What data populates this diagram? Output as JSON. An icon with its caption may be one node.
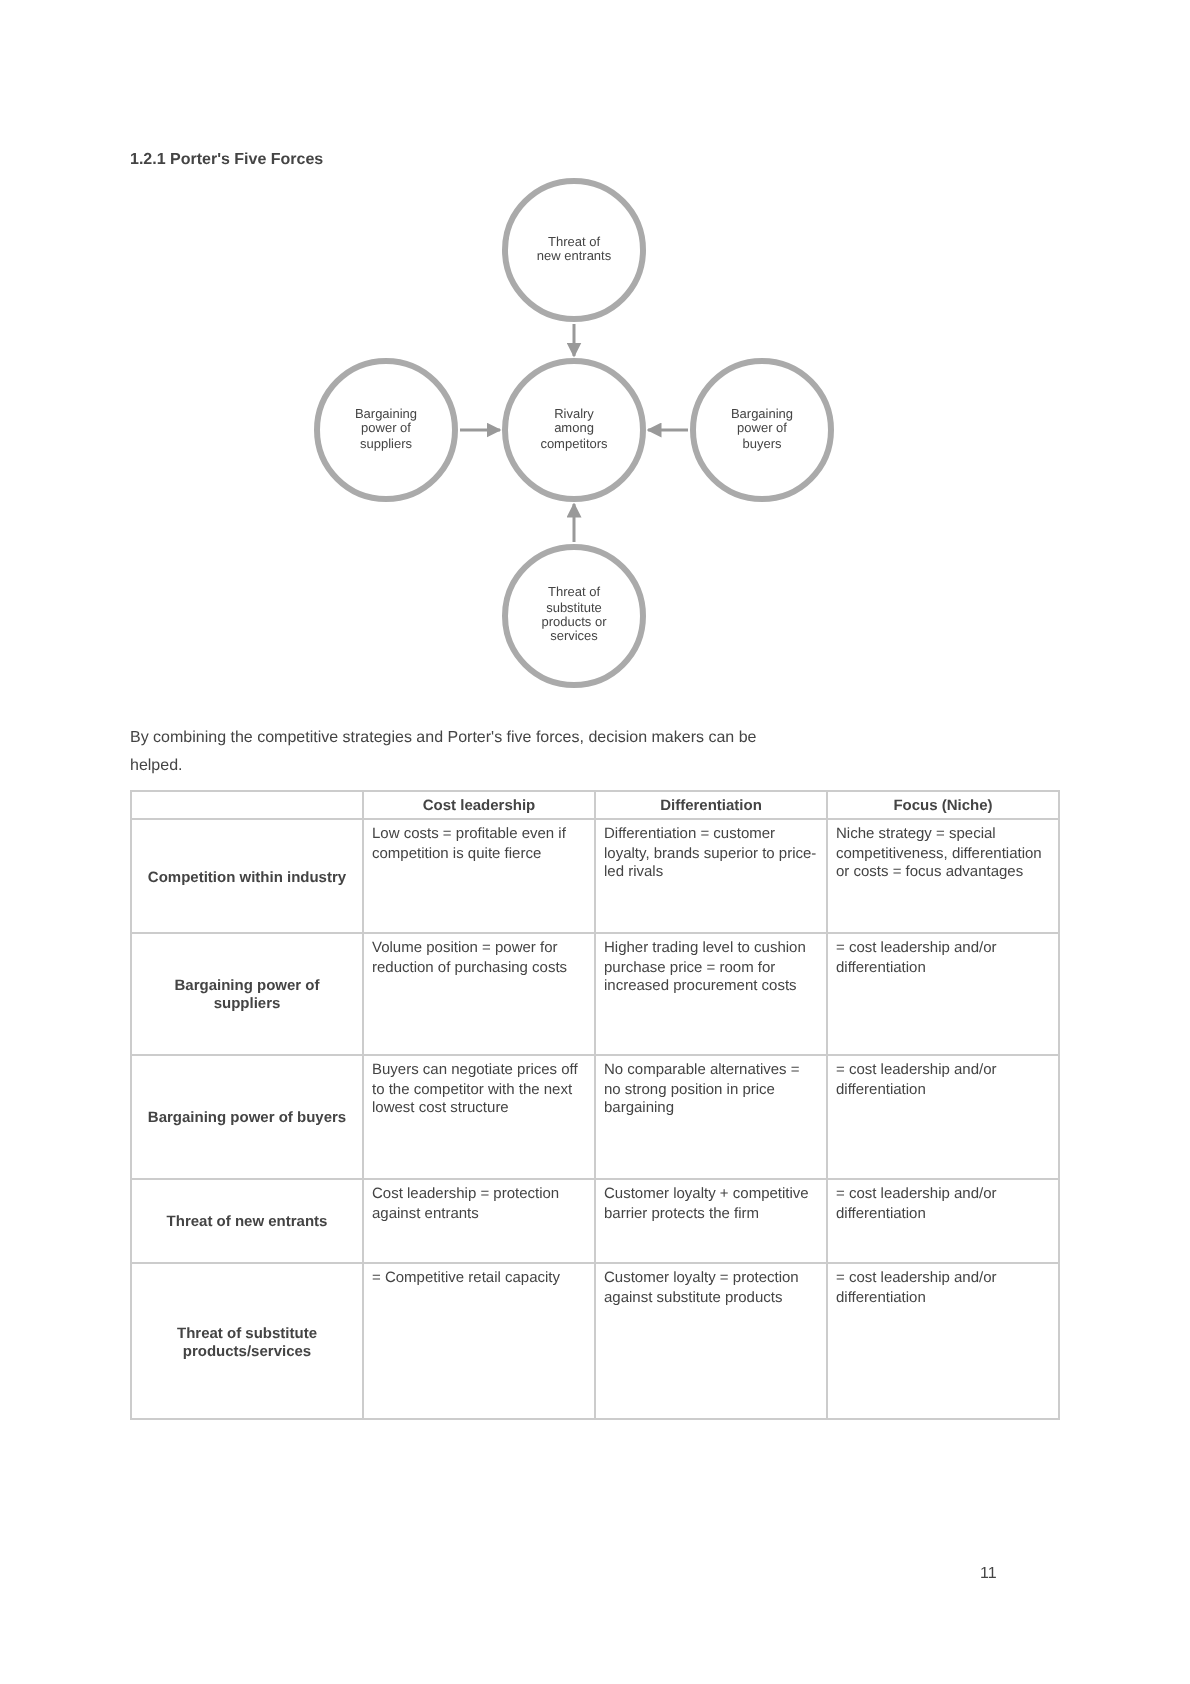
{
  "diagram": {
    "title": "1.2.1 Porter's Five Forces",
    "nodes": [
      {
        "text": [
          "Threat of new entrants"
        ]
      },
      {
        "text": [
          "Bargaining power of suppliers"
        ]
      },
      {
        "text": [
          "Rivalry among competitors"
        ]
      },
      {
        "text": [
          "Bargaining power of buyers"
        ]
      },
      {
        "text": [
          "Threat of substitute products or services"
        ]
      }
    ],
    "edges": [
      {
        "from": 0,
        "to": 2,
        "arrow": "to"
      },
      {
        "from": 1,
        "to": 2,
        "arrow": "to"
      },
      {
        "from": 3,
        "to": 2,
        "arrow": "to"
      },
      {
        "from": 4,
        "to": 2,
        "arrow": "to"
      }
    ],
    "labels": [
      "By combining the competitive strategies and Porter's five forces, decision makers can be",
      "helped.",
      "Cost leadership",
      "Differentiation",
      "Focus (Niche)",
      "Competition within industry",
      "Low costs = profitable even if competition is quite fierce",
      "Differentiation = customer loyalty, brands superior to price-led rivals",
      "Niche strategy = special competitiveness, differentiation or costs = focus advantages",
      "Bargaining power of suppliers",
      "Volume position = power for reduction of purchasing costs",
      "Higher trading level to cushion purchase price = room for increased procurement costs",
      "= cost leadership and/or differentiation",
      "Bargaining power of buyers",
      "Buyers can negotiate prices off to the competitor with the next lowest cost structure",
      "No comparable alternatives = no strong position in price bargaining",
      "= cost leadership and/or differentiation",
      "Threat of new entrants",
      "Cost leadership = protection against entrants",
      "Customer loyalty + competitive barrier protects the firm",
      "= cost leadership and/or differentiation",
      "Threat of substitute products/services",
      "= Competitive retail capacity",
      "Customer loyalty = protection against substitute products",
      "= cost leadership and/or differentiation",
      "11"
    ]
  }
}
